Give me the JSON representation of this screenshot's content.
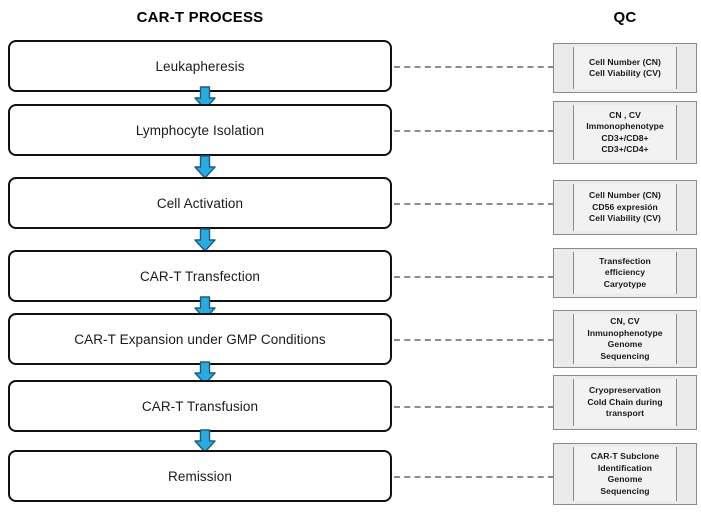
{
  "headers": {
    "process": "CAR-T PROCESS",
    "qc": "QC"
  },
  "colors": {
    "arrow_fill": "#29abe2",
    "arrow_stroke": "#1f5c7a",
    "box_border": "#111111",
    "qc_frame": "#8a8a8a",
    "qc_bg": "#ebebeb",
    "connector": "#8c8c8c",
    "background": "#ffffff"
  },
  "steps": [
    {
      "label": "Leukapheresis",
      "qc": "Cell Number (CN)\nCell Viability (CV)"
    },
    {
      "label": "Lymphocyte Isolation",
      "qc": "CN , CV\nImmonophenotype\nCD3+/CD8+\nCD3+/CD4+"
    },
    {
      "label": "Cell Activation",
      "qc": "Cell Number (CN)\nCD56 expresión\nCell Viability (CV)"
    },
    {
      "label": "CAR-T Transfection",
      "qc": "Transfection\nefficiency\nCaryotype"
    },
    {
      "label": "CAR-T Expansion under GMP Conditions",
      "qc": "CN, CV\nInmunophenotype\nGenome\nSequencing"
    },
    {
      "label": "CAR-T Transfusion",
      "qc": "Cryopreservation\nCold Chain during\ntransport"
    },
    {
      "label": "Remission",
      "qc": "CAR-T Subclone\nIdentification\nGenome\nSequencing"
    }
  ],
  "icons": {
    "arrow": "down-arrow-icon"
  }
}
